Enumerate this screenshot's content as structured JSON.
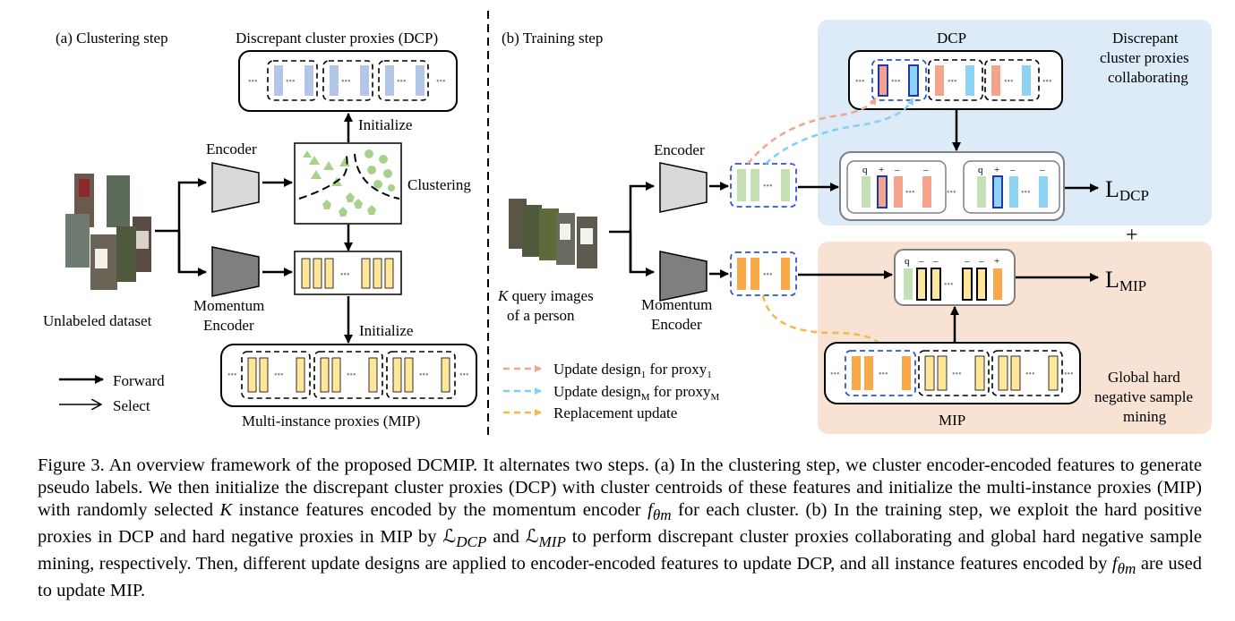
{
  "panel_a": {
    "title": "(a) Clustering step",
    "dcp_title": "Discrepant cluster proxies (DCP)",
    "encoder": "Encoder",
    "momentum_encoder_1": "Momentum",
    "momentum_encoder_2": "Encoder",
    "clustering": "Clustering",
    "initialize_top": "Initialize",
    "initialize_bottom": "Initialize",
    "dataset_label": "Unlabeled dataset",
    "mip_title": "Multi-instance proxies (MIP)",
    "legend_forward": "Forward",
    "legend_select": "Select"
  },
  "panel_b": {
    "title": "(b) Training step",
    "dcp_label": "DCP",
    "dcp_desc_1": "Discrepant",
    "dcp_desc_2": "cluster proxies",
    "dcp_desc_3": "collaborating",
    "encoder": "Encoder",
    "momentum_encoder_1": "Momentum",
    "momentum_encoder_2": "Encoder",
    "query_1": "query images",
    "query_k": "K",
    "query_2": "of a person",
    "loss_dcp": "L",
    "loss_dcp_sub": "DCP",
    "loss_mip": "L",
    "loss_mip_sub": "MIP",
    "plus": "+",
    "q": "q",
    "sign_plus": "+",
    "sign_minus": "–",
    "mip_label": "MIP",
    "ghn_1": "Global hard",
    "ghn_2": "negative sample",
    "ghn_3": "mining",
    "legend_update1": "Update design",
    "legend_update1_sub": "1",
    "legend_update1_tail": " for proxy",
    "legend_update1_sub2": "1",
    "legend_updateM": "Update design",
    "legend_updateM_sub": "M",
    "legend_updateM_tail": " for proxy",
    "legend_updateM_sub2": "M",
    "legend_replacement": "Replacement update",
    "ellipsis": "•••"
  },
  "colors": {
    "dcp_bg": "#ddeaf7",
    "mip_bg": "#f8e2d3",
    "dcp_bar": "#b4c6e7",
    "mip_bar": "#ffe699",
    "green_bar": "#c5e0b4",
    "salmon_bar": "#f4a38c",
    "blue_bar": "#8fd3f4",
    "orange_bar": "#f9a94a",
    "dash_blue": "#2f55d4",
    "arrow_salmon": "#f4a38c",
    "arrow_blue": "#7fd0f5",
    "arrow_orange": "#f7b84b",
    "cluster_green": "#a9d18e"
  },
  "caption": {
    "label": "Figure 3.",
    "s1": " An overview framework of the proposed DCMIP. It alternates two steps. (a) In the clustering step, we cluster encoder-encoded features to generate pseudo labels.  We then initialize the discrepant cluster proxies (DCP) with cluster centroids of these features and initialize the multi-instance proxies (MIP) with randomly selected ",
    "k": "K",
    "s2": " instance features encoded by the momentum encoder ",
    "f": "f",
    "f_sub": "θm",
    "s3": " for each cluster.  (b) In the training step, we exploit the hard positive proxies in DCP and hard negative proxies in MIP by ",
    "l_dcp": "ℒ",
    "l_dcp_sub": "DCP",
    "s4": " and ",
    "l_mip": "ℒ",
    "l_mip_sub": "MIP",
    "s5": " to perform discrepant cluster proxies collaborating and global hard negative sample mining, respectively. Then, different update designs are applied to encoder-encoded features to update DCP, and all instance features encoded by ",
    "f2": "f",
    "f2_sub": "θm",
    "s6": " are used to update MIP."
  }
}
